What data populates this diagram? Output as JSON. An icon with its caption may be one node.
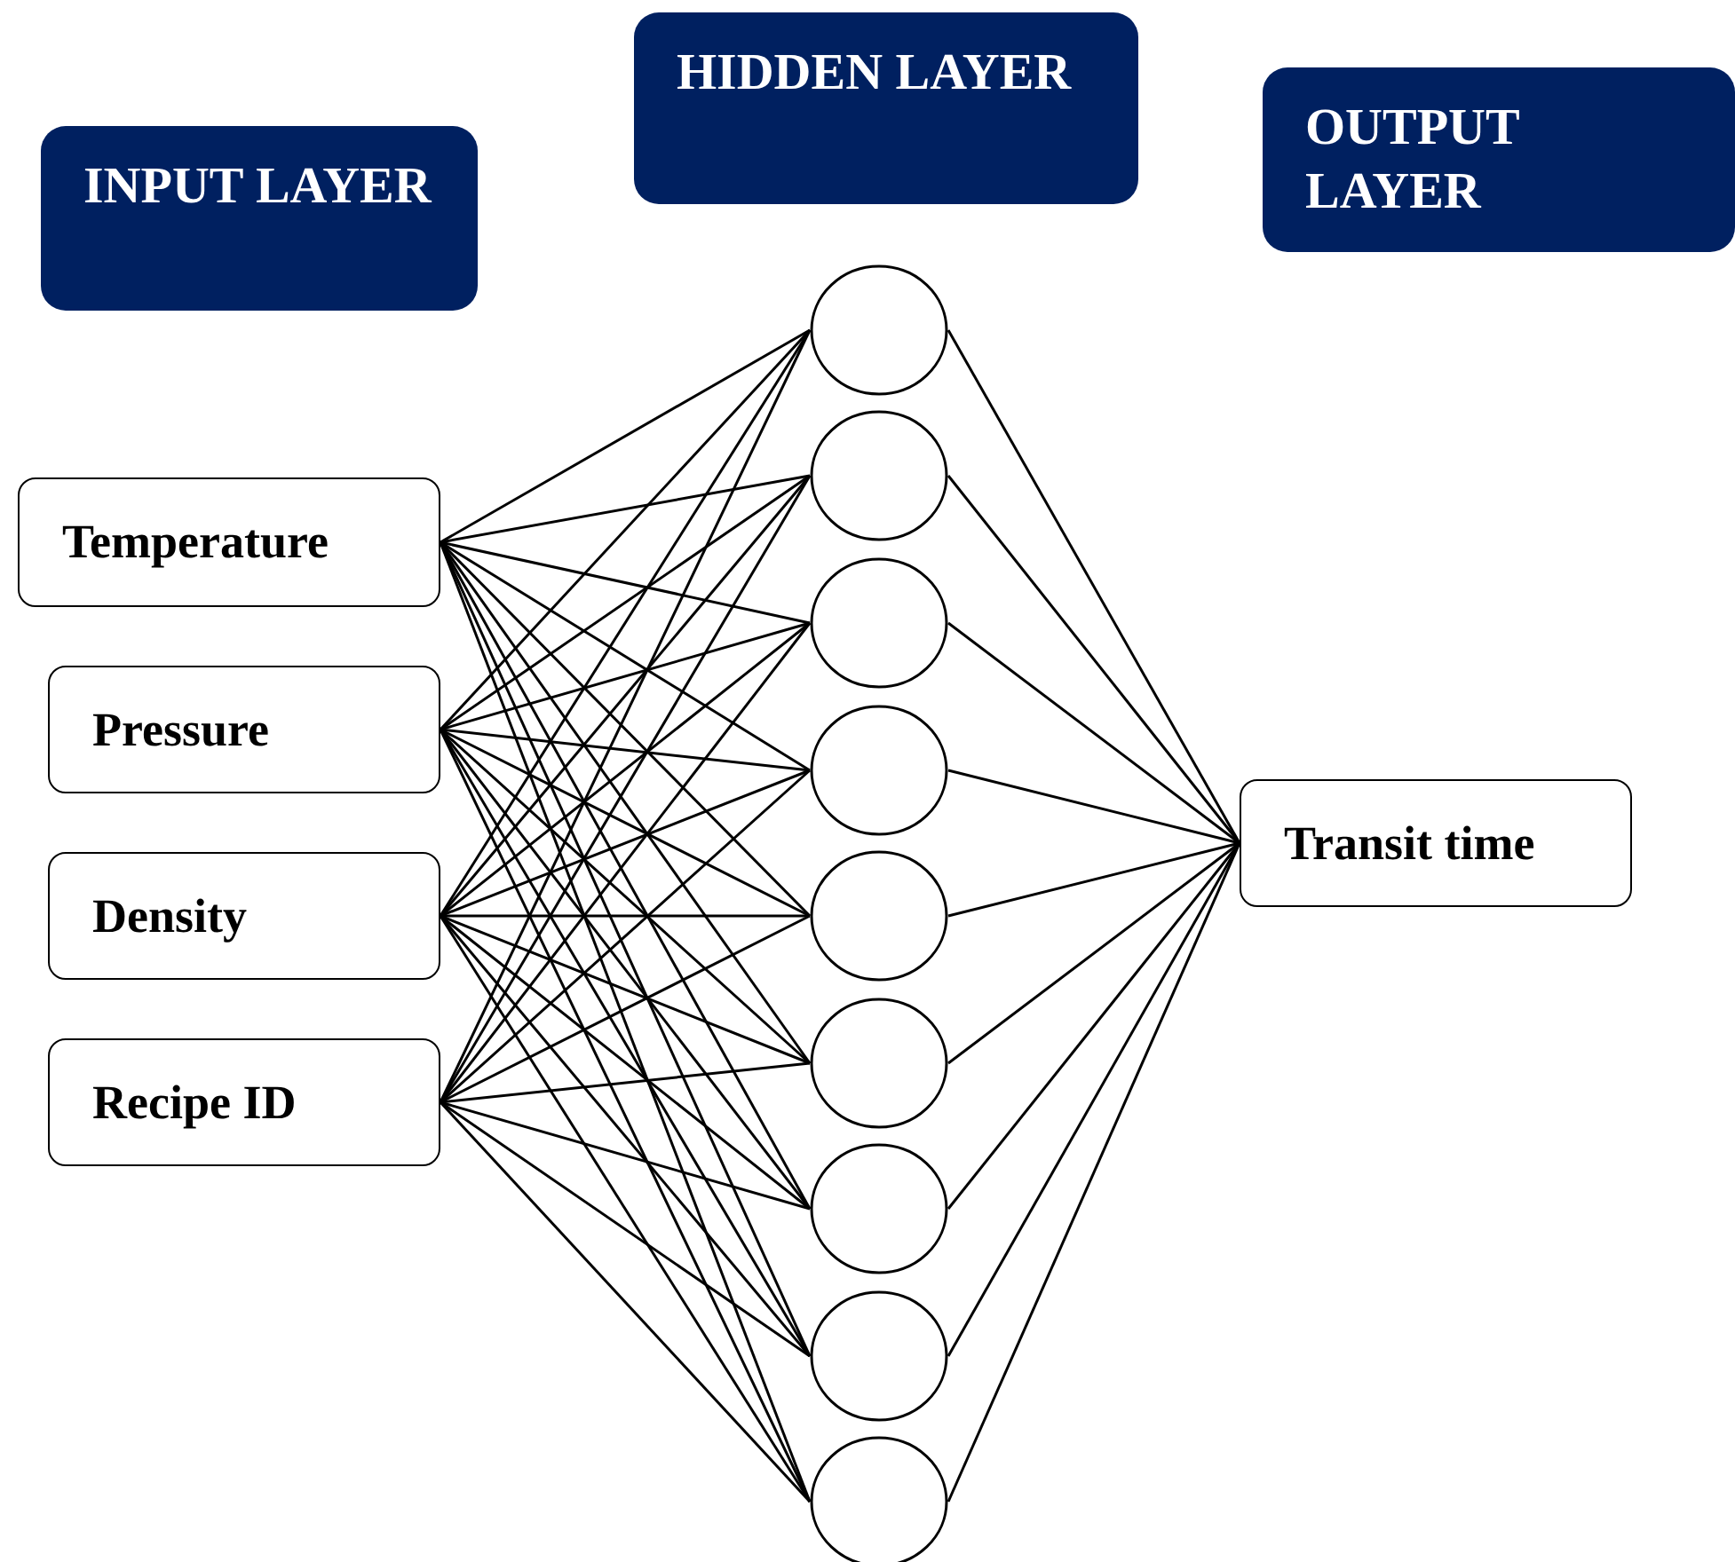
{
  "diagram": {
    "nodes": [
      {
        "text": [
          "INPUT LAYER"
        ]
      },
      {
        "text": [
          "HIDDEN LAYER"
        ]
      },
      {
        "text": [
          "OUTPUT LAYER"
        ]
      },
      {
        "text": [
          "Temperature"
        ]
      },
      {
        "text": [
          "Pressure"
        ]
      },
      {
        "text": [
          "Density"
        ]
      },
      {
        "text": [
          "Recipe ID"
        ]
      },
      {
        "text": [],
        "shape": "circle"
      },
      {
        "text": [],
        "shape": "circle"
      },
      {
        "text": [],
        "shape": "circle"
      },
      {
        "text": [],
        "shape": "circle"
      },
      {
        "text": [],
        "shape": "circle"
      },
      {
        "text": [],
        "shape": "circle"
      },
      {
        "text": [],
        "shape": "circle"
      },
      {
        "text": [],
        "shape": "circle"
      },
      {
        "text": [],
        "shape": "circle"
      },
      {
        "text": [
          "Transit time"
        ]
      }
    ],
    "edges": [
      {
        "from": 3,
        "to": 7,
        "arrow": "none"
      },
      {
        "from": 3,
        "to": 8,
        "arrow": "none"
      },
      {
        "from": 3,
        "to": 9,
        "arrow": "none"
      },
      {
        "from": 3,
        "to": 10,
        "arrow": "none"
      },
      {
        "from": 3,
        "to": 11,
        "arrow": "none"
      },
      {
        "from": 3,
        "to": 12,
        "arrow": "none"
      },
      {
        "from": 3,
        "to": 13,
        "arrow": "none"
      },
      {
        "from": 3,
        "to": 14,
        "arrow": "none"
      },
      {
        "from": 3,
        "to": 15,
        "arrow": "none"
      },
      {
        "from": 4,
        "to": 7,
        "arrow": "none"
      },
      {
        "from": 4,
        "to": 8,
        "arrow": "none"
      },
      {
        "from": 4,
        "to": 9,
        "arrow": "none"
      },
      {
        "from": 4,
        "to": 10,
        "arrow": "none"
      },
      {
        "from": 4,
        "to": 11,
        "arrow": "none"
      },
      {
        "from": 4,
        "to": 12,
        "arrow": "none"
      },
      {
        "from": 4,
        "to": 13,
        "arrow": "none"
      },
      {
        "from": 4,
        "to": 14,
        "arrow": "none"
      },
      {
        "from": 4,
        "to": 15,
        "arrow": "none"
      },
      {
        "from": 5,
        "to": 7,
        "arrow": "none"
      },
      {
        "from": 5,
        "to": 8,
        "arrow": "none"
      },
      {
        "from": 5,
        "to": 9,
        "arrow": "none"
      },
      {
        "from": 5,
        "to": 10,
        "arrow": "none"
      },
      {
        "from": 5,
        "to": 11,
        "arrow": "none"
      },
      {
        "from": 5,
        "to": 12,
        "arrow": "none"
      },
      {
        "from": 5,
        "to": 13,
        "arrow": "none"
      },
      {
        "from": 5,
        "to": 14,
        "arrow": "none"
      },
      {
        "from": 5,
        "to": 15,
        "arrow": "none"
      },
      {
        "from": 6,
        "to": 7,
        "arrow": "none"
      },
      {
        "from": 6,
        "to": 8,
        "arrow": "none"
      },
      {
        "from": 6,
        "to": 9,
        "arrow": "none"
      },
      {
        "from": 6,
        "to": 10,
        "arrow": "none"
      },
      {
        "from": 6,
        "to": 11,
        "arrow": "none"
      },
      {
        "from": 6,
        "to": 12,
        "arrow": "none"
      },
      {
        "from": 6,
        "to": 13,
        "arrow": "none"
      },
      {
        "from": 6,
        "to": 14,
        "arrow": "none"
      },
      {
        "from": 6,
        "to": 15,
        "arrow": "none"
      },
      {
        "from": 7,
        "to": 16,
        "arrow": "none"
      },
      {
        "from": 8,
        "to": 16,
        "arrow": "none"
      },
      {
        "from": 9,
        "to": 16,
        "arrow": "none"
      },
      {
        "from": 10,
        "to": 16,
        "arrow": "none"
      },
      {
        "from": 11,
        "to": 16,
        "arrow": "none"
      },
      {
        "from": 12,
        "to": 16,
        "arrow": "none"
      },
      {
        "from": 13,
        "to": 16,
        "arrow": "none"
      },
      {
        "from": 14,
        "to": 16,
        "arrow": "none"
      },
      {
        "from": 15,
        "to": 16,
        "arrow": "none"
      }
    ]
  }
}
